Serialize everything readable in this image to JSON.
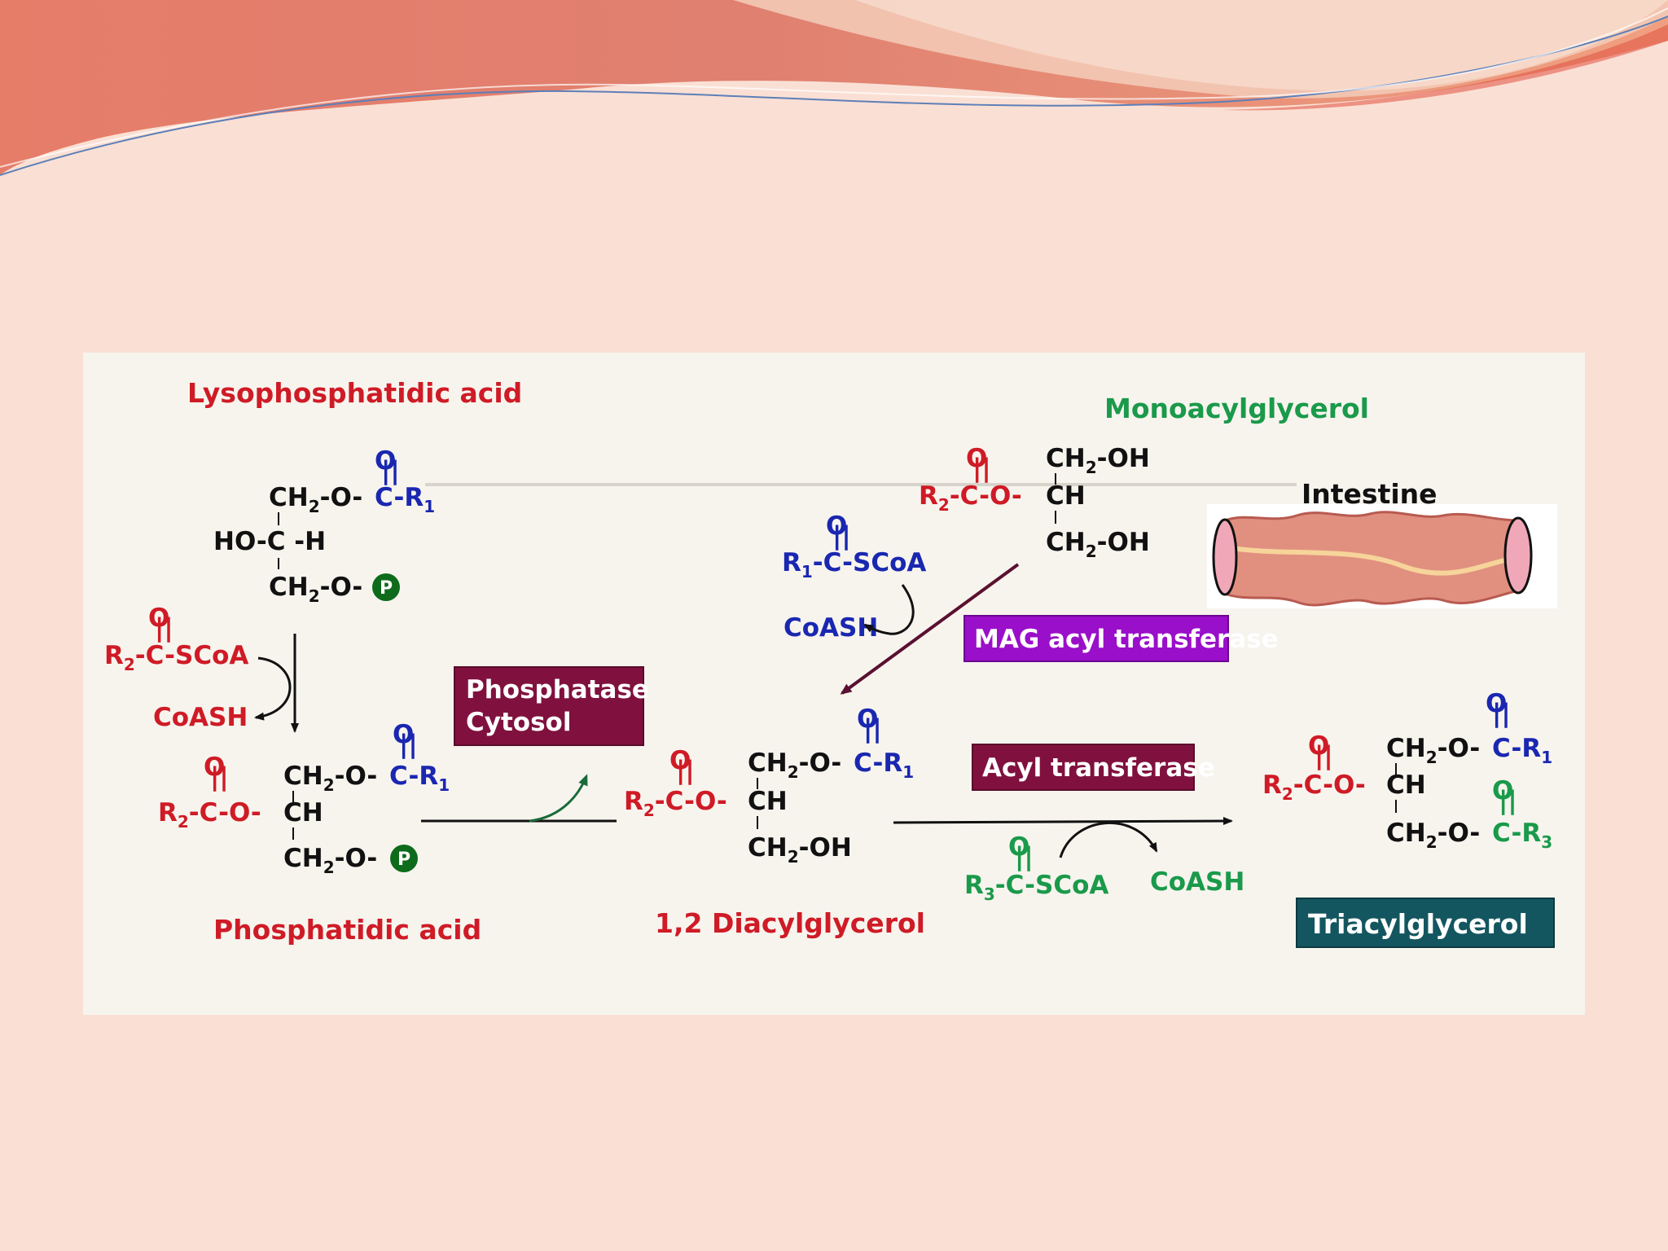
{
  "compounds": {
    "lysophosphatidic_acid": "Lysophosphatidic acid",
    "monoacylglycerol": "Monoacylglycerol",
    "phosphatidic_acid": "Phosphatidic acid",
    "diacylglycerol": "1,2 Diacylglycerol",
    "triacylglycerol": "Triacylglycerol"
  },
  "enzymes": {
    "phosphatase_line1": "Phosphatase",
    "phosphatase_line2": "Cytosol",
    "mag_acyl_transferase": "MAG acyl transferase",
    "acyl_transferase": "Acyl transferase"
  },
  "tissue": {
    "intestine": "Intestine"
  },
  "reagents": {
    "r2_scoa": "-C-SCoA",
    "coash": "CoASH",
    "r1_scoa": "-C-SCoA",
    "r3_scoa": "-C-SCoA"
  },
  "atoms": {
    "O": "O",
    "R": "R",
    "H": "H",
    "CH2": "CH",
    "CH": "CH",
    "OH": "OH",
    "C": "C",
    "P": "P",
    "HO": "HO",
    "sub1": "1",
    "sub2": "2",
    "sub3": "3"
  },
  "colors": {
    "background": "#fae0d4",
    "figure_bg": "#f7f4ee",
    "red": "#cf1b26",
    "blue": "#1a27b0",
    "green": "#1a9a4a",
    "black": "#111111",
    "maroon": "#80113e",
    "purple": "#9a0fc9",
    "teal": "#145660",
    "phosphate_green": "#0e6b1c"
  }
}
